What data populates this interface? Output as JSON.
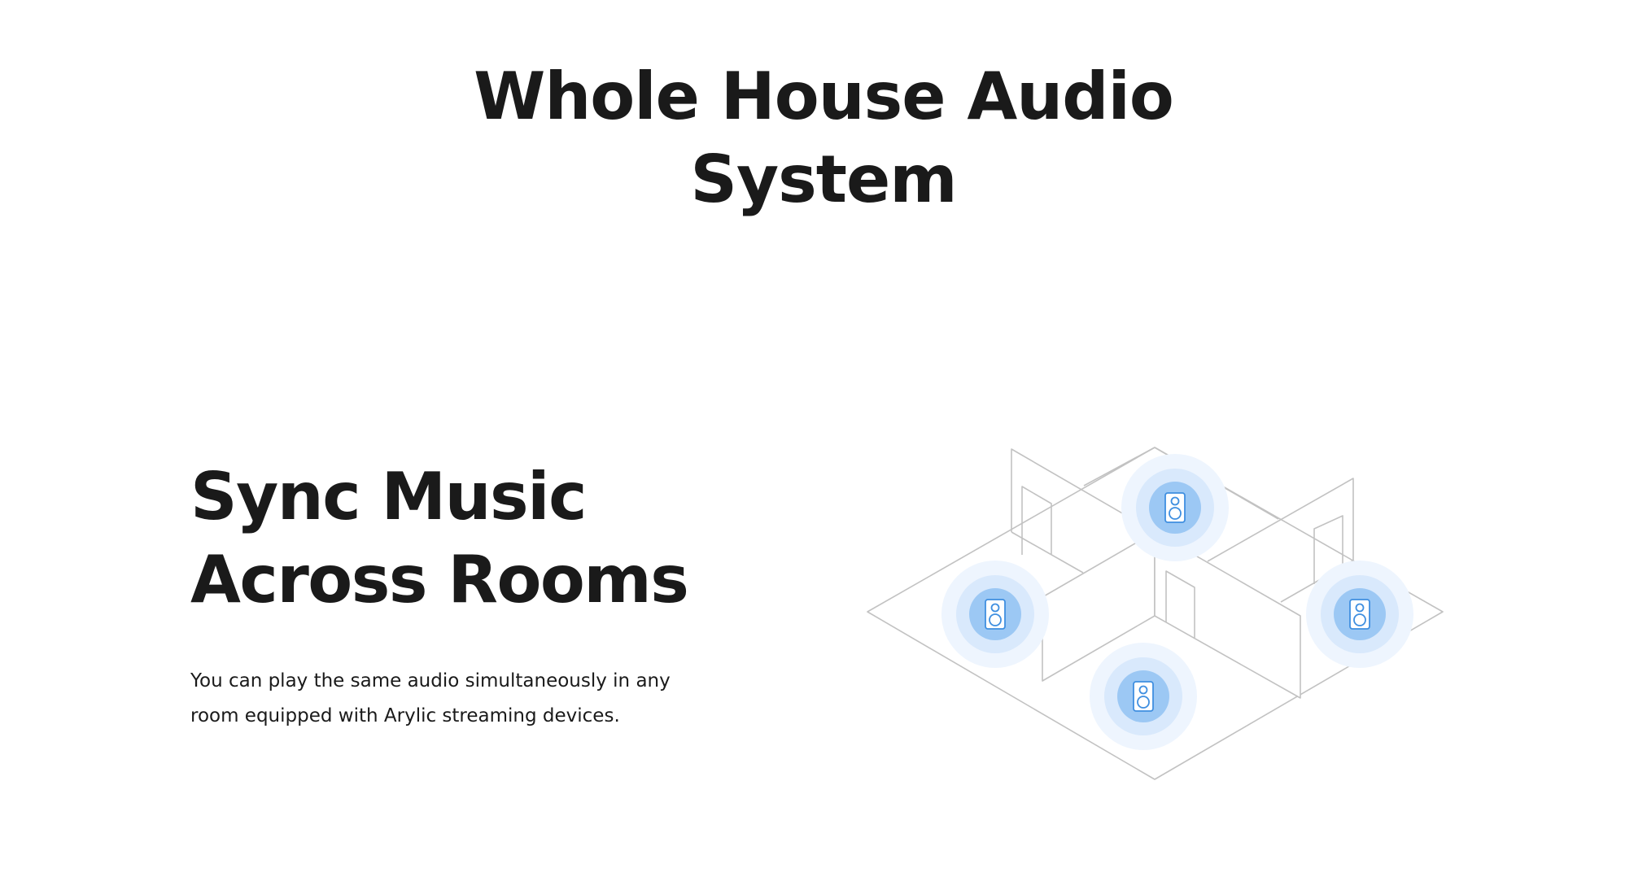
{
  "header": {
    "title_line1": "Whole House Audio",
    "title_line2": "System"
  },
  "feature": {
    "heading_line1": "Sync Music",
    "heading_line2": "Across Rooms",
    "description": "You can play the same audio simultaneously in any room equipped with Arylic streaming devices."
  },
  "illustration": {
    "speaker_icon": "speaker-icon",
    "speaker_count": 4,
    "colors": {
      "line": "#c2c2c2",
      "halo_outer": "#eef5fe",
      "halo_inner": "#d9e9fc",
      "speaker_fill": "#9cc8f4",
      "speaker_stroke": "#3f8fe0"
    }
  }
}
